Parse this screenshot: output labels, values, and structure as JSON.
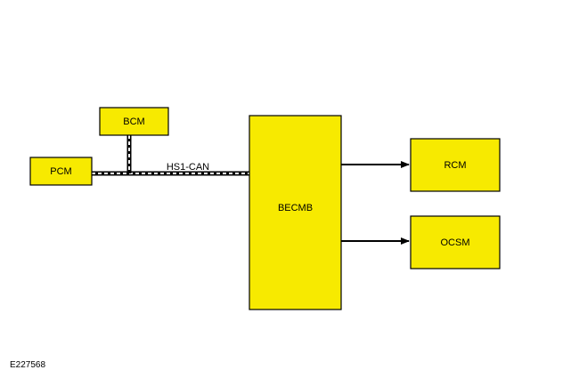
{
  "colors": {
    "module_fill": "#f7ea00",
    "module_stroke": "#000000",
    "bus_dash": "#ffffff",
    "line": "#000000"
  },
  "modules": {
    "bcm": "BCM",
    "pcm": "PCM",
    "becmb": "BECMB",
    "rcm": "RCM",
    "ocsm": "OCSM"
  },
  "bus": {
    "label": "HS1-CAN"
  },
  "figure_id": "E227568"
}
